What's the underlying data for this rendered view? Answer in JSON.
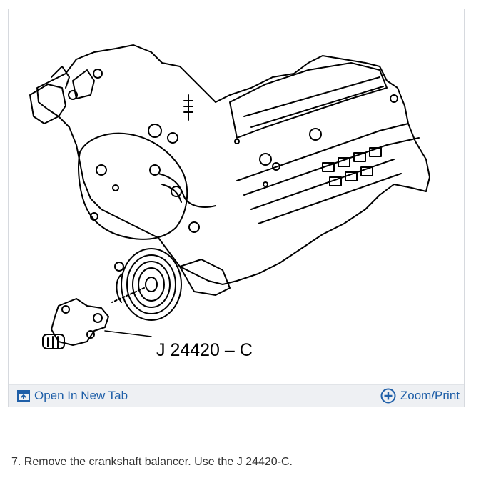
{
  "figure": {
    "callout": "J 24420 – C"
  },
  "toolbar": {
    "open_tab_label": "Open In New Tab",
    "zoom_label": "Zoom/Print"
  },
  "step": {
    "text": "7. Remove the crankshaft balancer. Use the J 24420-C."
  },
  "colors": {
    "link": "#1f5fa8",
    "toolbar_bg": "#eef0f3",
    "border": "#d6d9de"
  },
  "icons": [
    "open-new-tab-icon",
    "zoom-plus-icon"
  ]
}
